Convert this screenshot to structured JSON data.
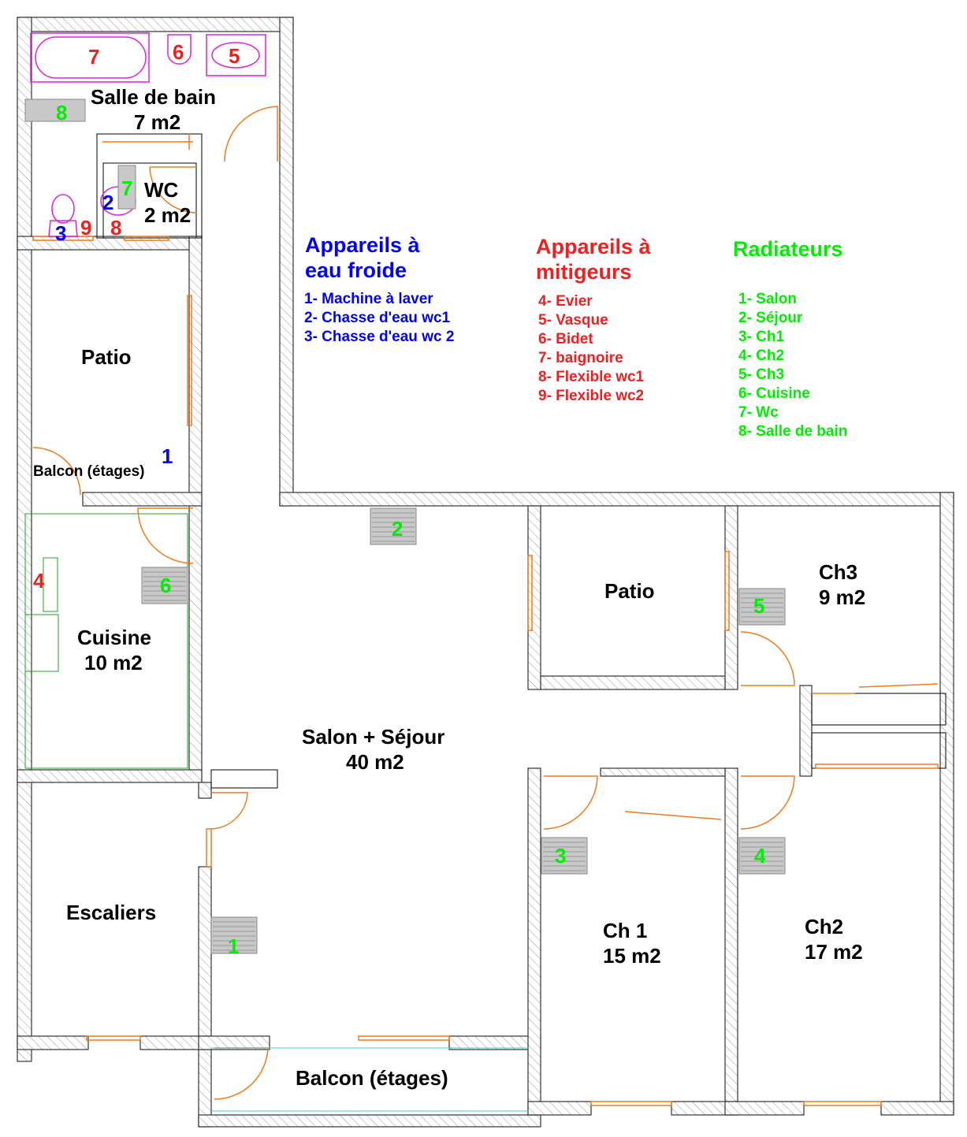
{
  "colors": {
    "cold": "#0000ff",
    "mixer": "#ee2020",
    "radiator": "#00ee00",
    "door": "#f07a1a",
    "fixture": "#e020e0"
  },
  "rooms": {
    "sdb_name": "Salle de bain",
    "sdb_area": "7 m2",
    "wc_name": "WC",
    "wc_area": "2 m2",
    "patio1": "Patio",
    "balcon1": "Balcon (étages)",
    "cuisine_name": "Cuisine",
    "cuisine_area": "10 m2",
    "escaliers": "Escaliers",
    "salon_name": "Salon + Séjour",
    "salon_area": "40 m2",
    "patio2": "Patio",
    "ch3_name": "Ch3",
    "ch3_area": "9 m2",
    "ch1_name": "Ch 1",
    "ch1_area": "15 m2",
    "ch2_name": "Ch2",
    "ch2_area": "17 m2",
    "balcon2": "Balcon (étages)"
  },
  "markers": {
    "cold": [
      "1",
      "2",
      "3"
    ],
    "mixer": [
      "4",
      "5",
      "6",
      "7",
      "8",
      "9"
    ],
    "radiator": [
      "1",
      "2",
      "3",
      "4",
      "5",
      "6",
      "7",
      "8"
    ]
  },
  "legend": {
    "cold": {
      "title1": "Appareils à",
      "title2": "eau froide",
      "items": [
        "1- Machine à laver",
        "2- Chasse d'eau wc1",
        "3- Chasse d'eau wc 2"
      ]
    },
    "mixer": {
      "title1": "Appareils à",
      "title2": "mitigeurs",
      "items": [
        "4- Evier",
        "5- Vasque",
        "6- Bidet",
        "7- baignoire",
        "8- Flexible wc1",
        "9- Flexible wc2"
      ]
    },
    "radiator": {
      "title": "Radiateurs",
      "items": [
        "1- Salon",
        "2- Séjour",
        "3- Ch1",
        "4- Ch2",
        "5- Ch3",
        "6- Cuisine",
        "7- Wc",
        "8- Salle de bain"
      ]
    }
  }
}
